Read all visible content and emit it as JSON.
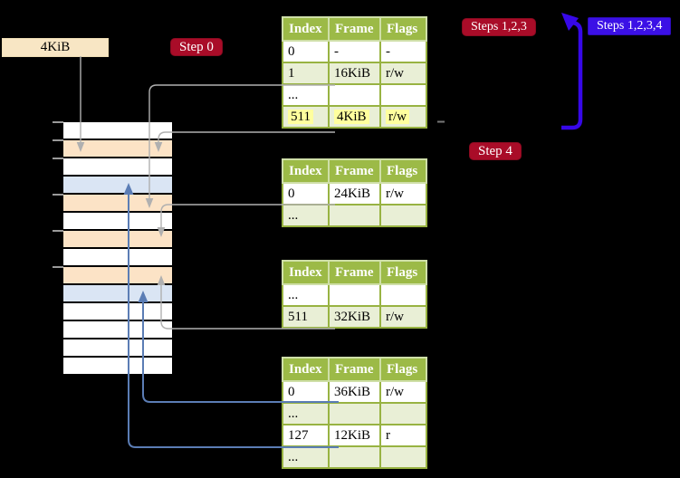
{
  "labels": {
    "page_size": "4KiB",
    "step0": "Step 0",
    "steps_123": "Steps 1,2,3",
    "steps_1234": "Steps 1,2,3,4",
    "step4": "Step 4"
  },
  "colors": {
    "background": "#000000",
    "table_header": "#9cba47",
    "table_row_shaded": "#e9efd6",
    "highlight": "#ffff9e",
    "memory_wheat": "#fce3c6",
    "memory_blue": "#dae5f4",
    "crimson_badge": "#a90c28",
    "blue_badge": "#3b10e6",
    "gray_arrow": "#b0b0b0",
    "blue_arrow": "#5b7db5",
    "big_blue_arrow": "#3708e8"
  },
  "tables": [
    {
      "id": "pt1",
      "headers": [
        "Index",
        "Frame",
        "Flags"
      ],
      "rows": [
        {
          "cells": [
            "0",
            "-",
            "-"
          ],
          "shaded": false,
          "highlight": false
        },
        {
          "cells": [
            "1",
            "16KiB",
            "r/w"
          ],
          "shaded": true,
          "highlight": false
        },
        {
          "cells": [
            "...",
            "",
            ""
          ],
          "shaded": false,
          "highlight": false
        },
        {
          "cells": [
            "511",
            "4KiB",
            "r/w"
          ],
          "shaded": true,
          "highlight": true
        }
      ]
    },
    {
      "id": "pt2",
      "headers": [
        "Index",
        "Frame",
        "Flags"
      ],
      "rows": [
        {
          "cells": [
            "0",
            "24KiB",
            "r/w"
          ],
          "shaded": false,
          "highlight": false
        },
        {
          "cells": [
            "...",
            "",
            ""
          ],
          "shaded": true,
          "highlight": false
        }
      ]
    },
    {
      "id": "pt3",
      "headers": [
        "Index",
        "Frame",
        "Flags"
      ],
      "rows": [
        {
          "cells": [
            "...",
            "",
            ""
          ],
          "shaded": false,
          "highlight": false
        },
        {
          "cells": [
            "511",
            "32KiB",
            "r/w"
          ],
          "shaded": true,
          "highlight": false
        }
      ]
    },
    {
      "id": "pt4",
      "headers": [
        "Index",
        "Frame",
        "Flags"
      ],
      "rows": [
        {
          "cells": [
            "0",
            "36KiB",
            "r/w"
          ],
          "shaded": false,
          "highlight": false
        },
        {
          "cells": [
            "...",
            "",
            ""
          ],
          "shaded": true,
          "highlight": false
        },
        {
          "cells": [
            "127",
            "12KiB",
            "r"
          ],
          "shaded": false,
          "highlight": false
        },
        {
          "cells": [
            "...",
            "",
            ""
          ],
          "shaded": true,
          "highlight": false
        }
      ]
    }
  ],
  "memory": {
    "rows": [
      "white",
      "wheat",
      "white",
      "blue",
      "wheat",
      "white",
      "wheat",
      "white",
      "wheat",
      "blue",
      "white",
      "white",
      "white",
      "white"
    ]
  }
}
